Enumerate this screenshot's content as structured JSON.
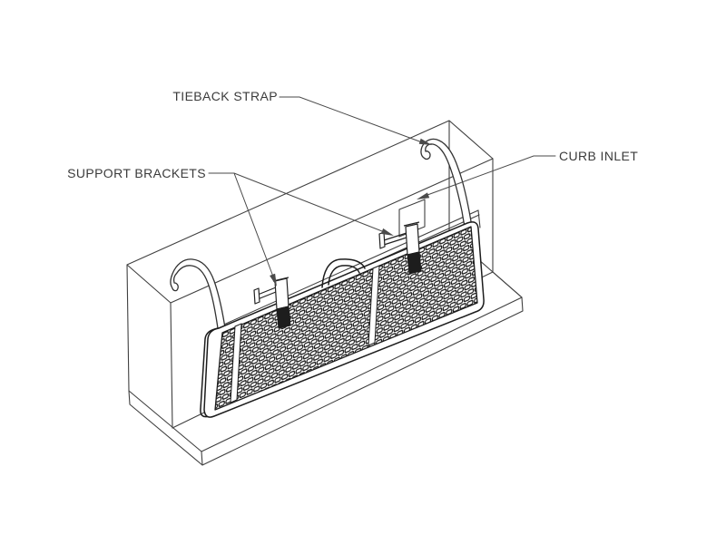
{
  "diagram": {
    "labels": {
      "tieback_strap": "TIEBACK STRAP",
      "support_brackets": "SUPPORT BRACKETS",
      "curb_inlet": "CURB INLET"
    },
    "colors": {
      "background": "#ffffff",
      "line": "#404040",
      "panel_line": "#1c1c1c",
      "leader": "#4a4a4a",
      "label_text": "#3b3b3b"
    }
  }
}
